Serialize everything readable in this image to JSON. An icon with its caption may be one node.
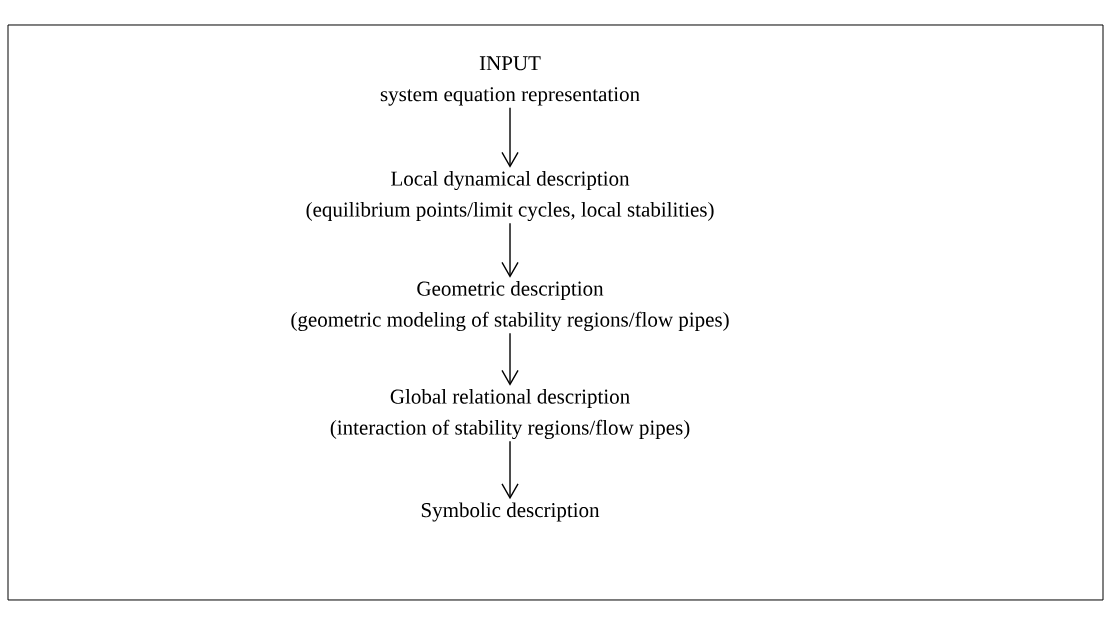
{
  "diagram": {
    "nodes": [
      {
        "text": [
          "INPUT",
          "system equation representation"
        ]
      },
      {
        "text": [
          "Local dynamical description",
          "(equilibrium points/limit cycles, local stabilities)"
        ]
      },
      {
        "text": [
          "Geometric description",
          "(geometric modeling of stability regions/flow pipes)"
        ]
      },
      {
        "text": [
          "Global relational description",
          "(interaction of stability regions/flow pipes)"
        ]
      },
      {
        "text": [
          "Symbolic description"
        ]
      }
    ],
    "edges": [
      {
        "from": 0,
        "to": 1,
        "arrow": "to"
      },
      {
        "from": 1,
        "to": 2,
        "arrow": "to"
      },
      {
        "from": 2,
        "to": 3,
        "arrow": "to"
      },
      {
        "from": 3,
        "to": 4,
        "arrow": "to"
      }
    ]
  }
}
